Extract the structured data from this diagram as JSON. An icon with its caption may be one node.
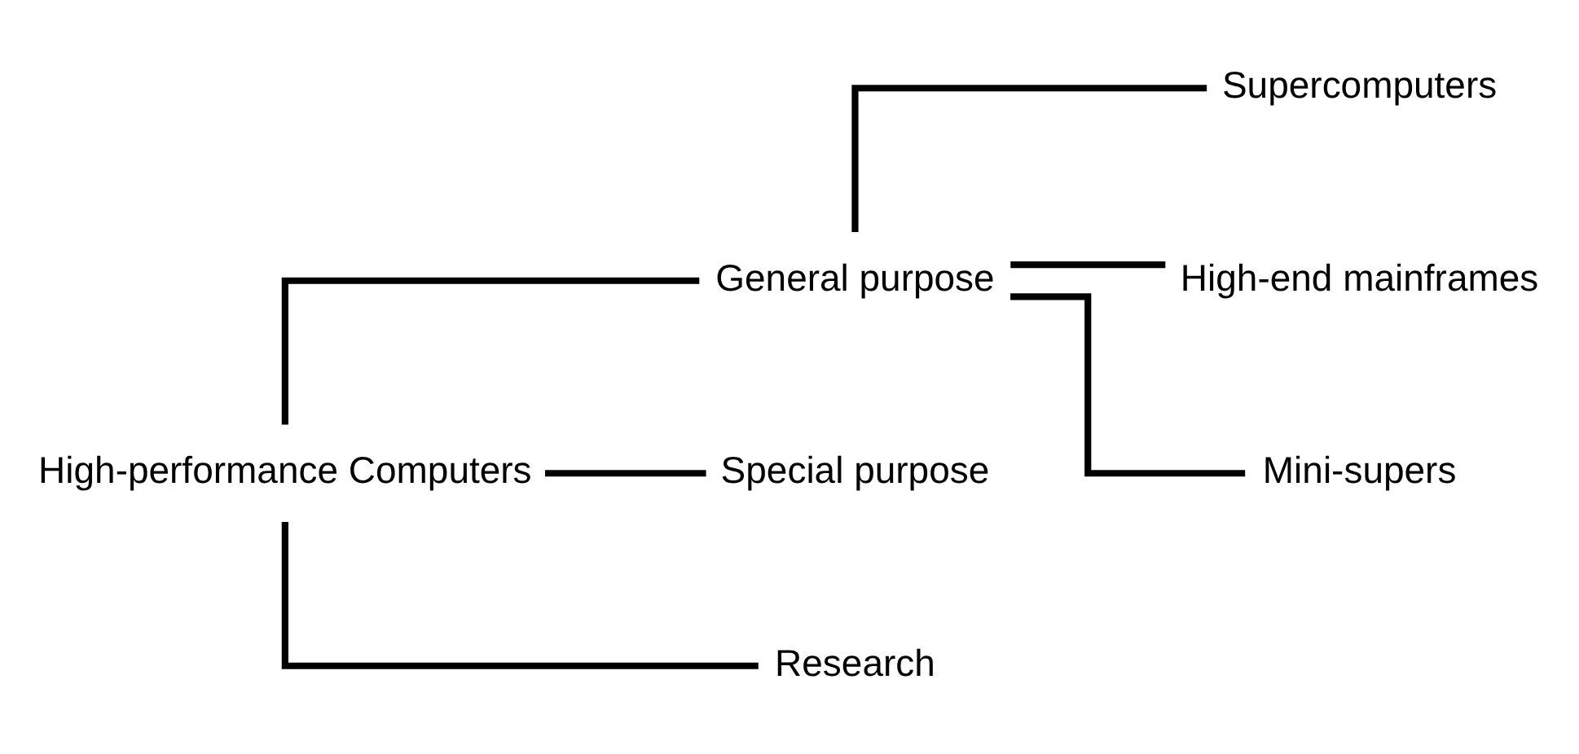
{
  "diagram": {
    "nodes": [
      {
        "text": [
          "High-performance Computers"
        ]
      },
      {
        "text": [
          "General purpose"
        ]
      },
      {
        "text": [
          "Special purpose"
        ]
      },
      {
        "text": [
          "Research"
        ]
      },
      {
        "text": [
          "Supercomputers"
        ]
      },
      {
        "text": [
          "High-end mainframes"
        ]
      },
      {
        "text": [
          "Mini-supers"
        ]
      }
    ],
    "edges": [
      {
        "from": 0,
        "to": 1,
        "arrow": "none"
      },
      {
        "from": 0,
        "to": 2,
        "arrow": "none"
      },
      {
        "from": 0,
        "to": 3,
        "arrow": "none"
      },
      {
        "from": 1,
        "to": 4,
        "arrow": "none"
      },
      {
        "from": 1,
        "to": 5,
        "arrow": "none"
      },
      {
        "from": 1,
        "to": 6,
        "arrow": "none"
      }
    ]
  }
}
